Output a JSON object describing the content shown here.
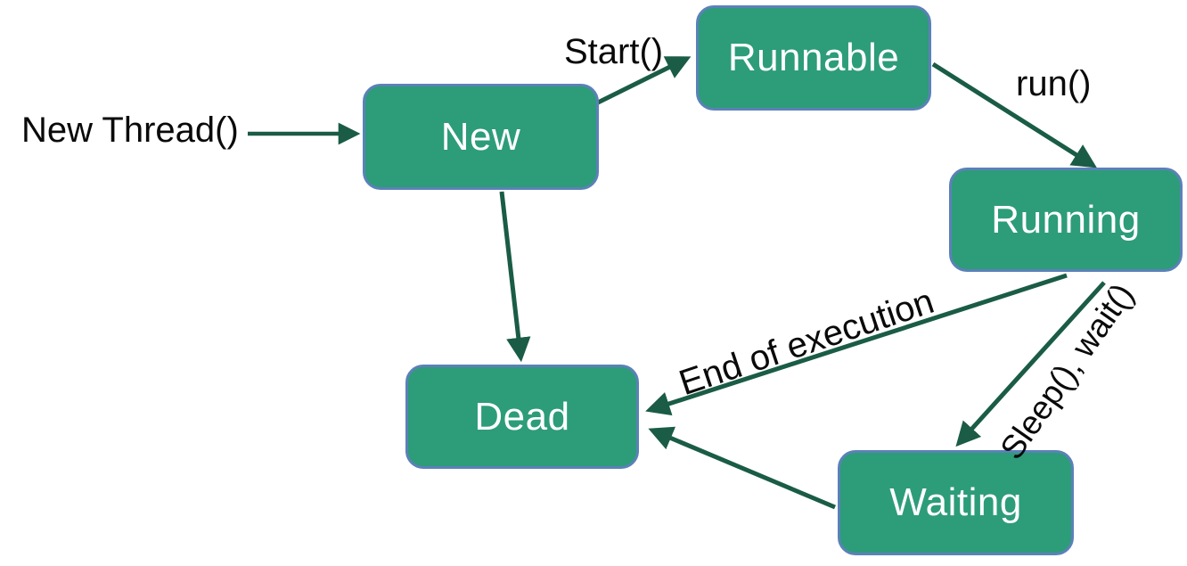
{
  "diagram": {
    "title": "Java thread lifecycle state diagram",
    "colors": {
      "node-fill": "#2d9c79",
      "node-border": "#5b81b8",
      "arrow": "#1a5c45",
      "node-text": "#ffffff",
      "label-text": "#0a0a0a",
      "background": "#ffffff"
    },
    "nodes": {
      "new": {
        "label": "New"
      },
      "runnable": {
        "label": "Runnable"
      },
      "running": {
        "label": "Running"
      },
      "dead": {
        "label": "Dead"
      },
      "waiting": {
        "label": "Waiting"
      }
    },
    "labels": {
      "new_thread": "New Thread()",
      "start": "Start()",
      "run": "run()",
      "end_of_execution": "End of execution",
      "sleep_wait": "Sleep(), wait()"
    },
    "edges": [
      {
        "from": "entry",
        "to": "new",
        "label": "New Thread()"
      },
      {
        "from": "new",
        "to": "runnable",
        "label": "Start()"
      },
      {
        "from": "runnable",
        "to": "running",
        "label": "run()"
      },
      {
        "from": "new",
        "to": "dead",
        "label": ""
      },
      {
        "from": "running",
        "to": "dead",
        "label": "End of execution"
      },
      {
        "from": "running",
        "to": "waiting",
        "label": "Sleep(), wait()"
      },
      {
        "from": "waiting",
        "to": "dead",
        "label": ""
      }
    ]
  }
}
